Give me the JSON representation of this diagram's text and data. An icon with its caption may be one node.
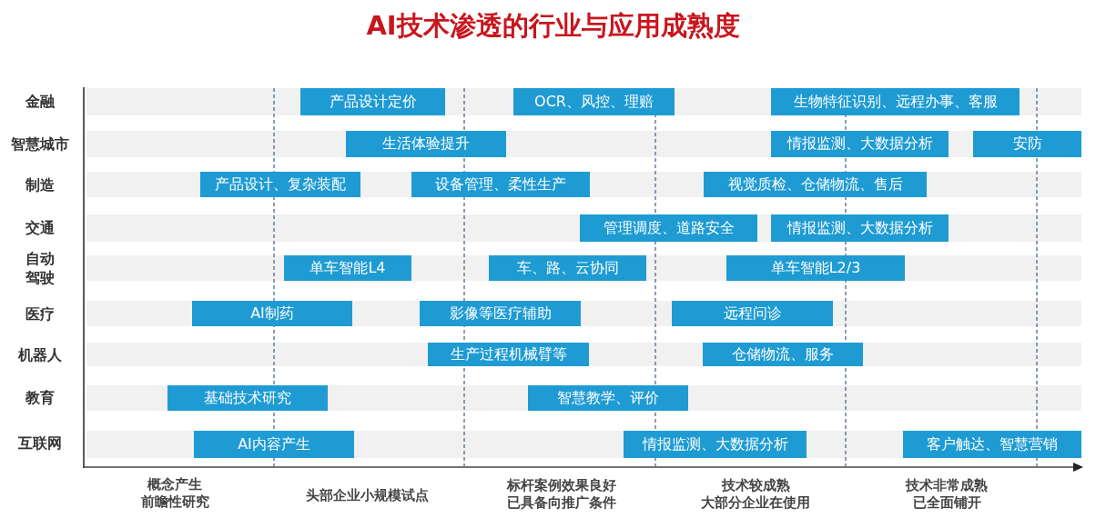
{
  "diagram": {
    "title": "AI技术渗透的行业与应用成熟度",
    "nodes": [
      {
        "text": [
          "产品设计定价"
        ]
      },
      {
        "text": [
          "OCR、风控、理赔"
        ]
      },
      {
        "text": [
          "生物特征识别、远程办事、客服"
        ]
      },
      {
        "text": [
          "生活体验提升"
        ]
      },
      {
        "text": [
          "情报监测、大数据分析"
        ]
      },
      {
        "text": [
          "安防"
        ]
      },
      {
        "text": [
          "产品设计、复杂装配"
        ]
      },
      {
        "text": [
          "设备管理、柔性生产"
        ]
      },
      {
        "text": [
          "视觉质检、仓储物流、售后"
        ]
      },
      {
        "text": [
          "管理调度、道路安全"
        ]
      },
      {
        "text": [
          "情报监测、大数据分析"
        ]
      },
      {
        "text": [
          "单车智能L4"
        ]
      },
      {
        "text": [
          "车、路、云协同"
        ]
      },
      {
        "text": [
          "单车智能L2/3"
        ]
      },
      {
        "text": [
          "AI制药"
        ]
      },
      {
        "text": [
          "影像等医疗辅助"
        ]
      },
      {
        "text": [
          "远程问诊"
        ]
      },
      {
        "text": [
          "生产过程机械臂等"
        ]
      },
      {
        "text": [
          "仓储物流、服务"
        ]
      },
      {
        "text": [
          "基础技术研究"
        ]
      },
      {
        "text": [
          "智慧教学、评价"
        ]
      },
      {
        "text": [
          "AI内容产生"
        ]
      },
      {
        "text": [
          "情报监测、大数据分析"
        ]
      },
      {
        "text": [
          "客户触达、智慧营销"
        ]
      }
    ],
    "labels": [
      "金融",
      "智慧城市",
      "制造",
      "交通",
      "自动驾驶",
      "医疗",
      "机器人",
      "教育",
      "互联网",
      "概念产生",
      "前瞻性研究",
      "头部企业小规模试点",
      "标杆案例效果良好",
      "已具备向推广条件",
      "技术较成熟",
      "大部分企业在使用",
      "技术非常成熟",
      "已全面铺开"
    ]
  }
}
